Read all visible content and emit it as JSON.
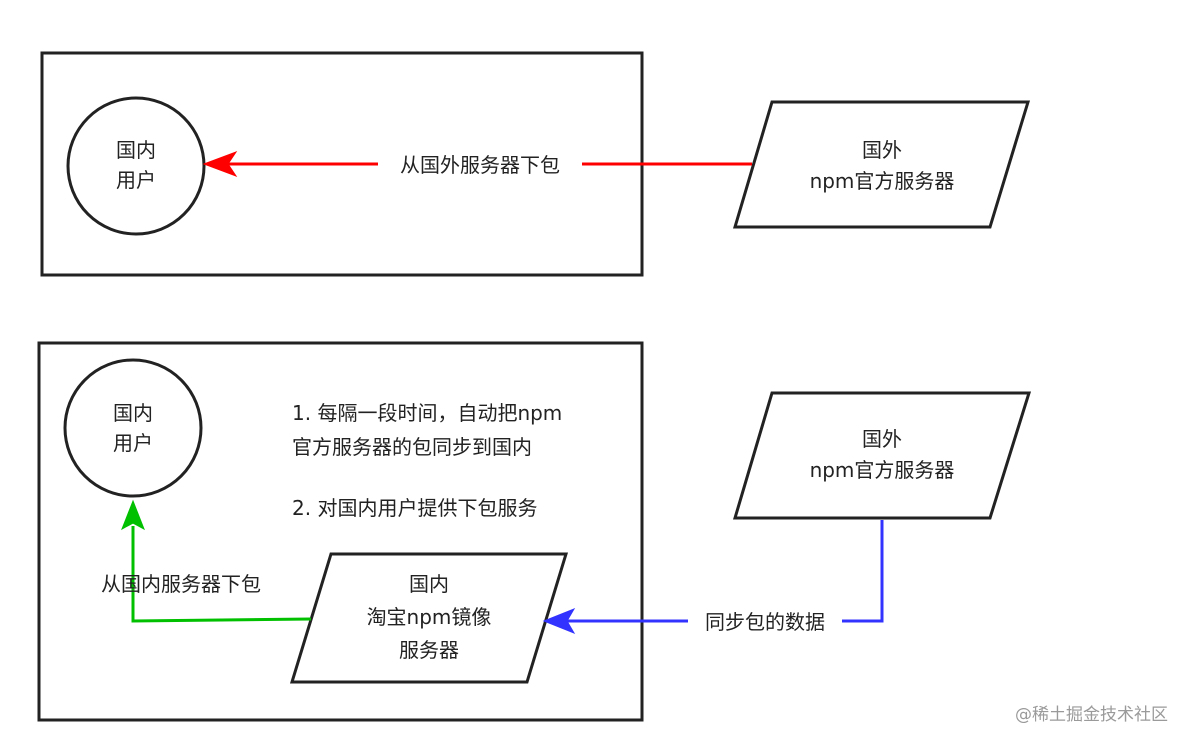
{
  "colors": {
    "outline": "#222222",
    "arrow_download_foreign": "#ff0000",
    "arrow_download_domestic": "#00c000",
    "arrow_sync": "#3333ff",
    "watermark": "#9a9a9a"
  },
  "top_panel": {
    "user_line1": "国内",
    "user_line2": "用户",
    "server_line1": "国外",
    "server_line2": "npm官方服务器",
    "arrow_label": "从国外服务器下包"
  },
  "bottom_panel": {
    "user_line1": "国内",
    "user_line2": "用户",
    "note1_line1": "1. 每隔一段时间，自动把npm",
    "note1_line2": "官方服务器的包同步到国内",
    "note2": "2. 对国内用户提供下包服务",
    "mirror_line1": "国内",
    "mirror_line2": "淘宝npm镜像",
    "mirror_line3": "服务器",
    "server_line1": "国外",
    "server_line2": "npm官方服务器",
    "download_label": "从国内服务器下包",
    "sync_label": "同步包的数据"
  },
  "watermark": "@稀土掘金技术社区"
}
